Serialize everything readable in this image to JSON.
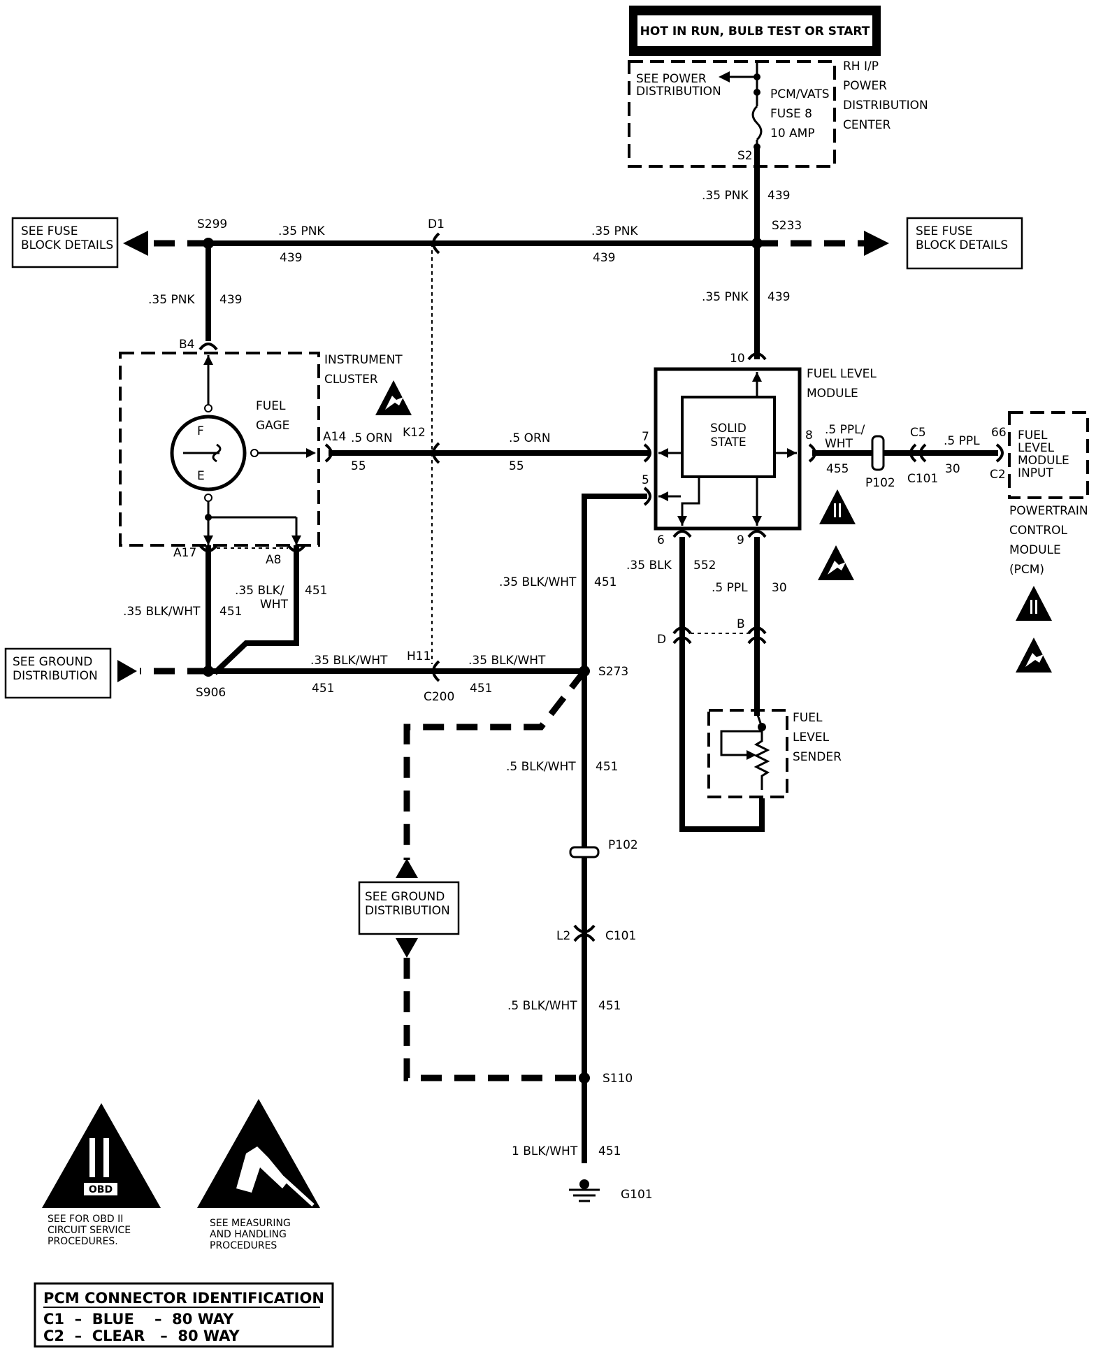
{
  "power": {
    "hot_label": "HOT IN RUN, BULB TEST OR START",
    "see_power": "SEE POWER",
    "distribution": "DISTRIBUTION",
    "pcm_vats": "PCM/VATS",
    "fuse": "FUSE 8",
    "amp": "10 AMP",
    "s2": "S2",
    "rh_ip": "RH I/P",
    "power_word": "POWER",
    "distribution_word": "DISTRIBUTION",
    "center": "CENTER"
  },
  "fuse_block": {
    "left_1": "SEE FUSE",
    "left_2": "BLOCK DETAILS",
    "right_1": "SEE FUSE",
    "right_2": "BLOCK DETAILS"
  },
  "wires": {
    "pnk_035": ".35 PNK",
    "c439": "439",
    "orn_05": ".5 ORN",
    "c55": "55",
    "ppl_wht_1": ".5 PPL/",
    "ppl_wht_2": "WHT",
    "c455": "455",
    "ppl_05": ".5 PPL",
    "c30": "30",
    "blk_035": ".35 BLK",
    "c552": "552",
    "blk_wht_035": ".35 BLK/WHT",
    "blk_wht_035a": ".35 BLK/",
    "wht": "WHT",
    "c451": "451",
    "blk_wht_05": ".5 BLK/WHT",
    "blk_wht_1": "1 BLK/WHT"
  },
  "splices": {
    "s299": "S299",
    "s233": "S233",
    "s906": "S906",
    "s273": "S273",
    "s110": "S110",
    "g101": "G101"
  },
  "connectors": {
    "d1": "D1",
    "b4": "B4",
    "a14": "A14",
    "k12": "K12",
    "a17": "A17",
    "a8": "A8",
    "h11": "H11",
    "c200": "C200",
    "p102": "P102",
    "c101": "C101",
    "l2": "L2",
    "c5": "C5",
    "c2": "C2",
    "p66": "66",
    "d": "D",
    "b": "B",
    "pin10": "10",
    "pin7": "7",
    "pin5": "5",
    "pin8": "8",
    "pin6": "6",
    "pin9": "9"
  },
  "cluster": {
    "instrument": "INSTRUMENT",
    "cluster": "CLUSTER",
    "fuel": "FUEL",
    "gage": "GAGE",
    "f": "F",
    "e": "E"
  },
  "module": {
    "fuel_level": "FUEL LEVEL",
    "module": "MODULE",
    "solid": "SOLID",
    "state": "STATE"
  },
  "pcm": {
    "fuel": "FUEL",
    "level": "LEVEL",
    "module": "MODULE",
    "input": "INPUT",
    "powertrain": "POWERTRAIN",
    "control": "CONTROL",
    "module2": "MODULE",
    "pcm": "(PCM)"
  },
  "sender": {
    "fuel": "FUEL",
    "level": "LEVEL",
    "sender": "SENDER"
  },
  "ground": {
    "left_1": "SEE GROUND",
    "left_2": "DISTRIBUTION",
    "mid_1": "SEE GROUND",
    "mid_2": "DISTRIBUTION"
  },
  "legend": {
    "obd_badge": "OBD",
    "obd_1": "SEE FOR OBD II",
    "obd_2": "CIRCUIT SERVICE",
    "obd_3": "PROCEDURES.",
    "esd_1": "SEE MEASURING",
    "esd_2": "AND HANDLING",
    "esd_3": "PROCEDURES"
  },
  "pcm_connector": {
    "title": "PCM CONNECTOR IDENTIFICATION",
    "c1": "C1  –  BLUE    –  80 WAY",
    "c2": "C2  –  CLEAR   –  80 WAY"
  }
}
